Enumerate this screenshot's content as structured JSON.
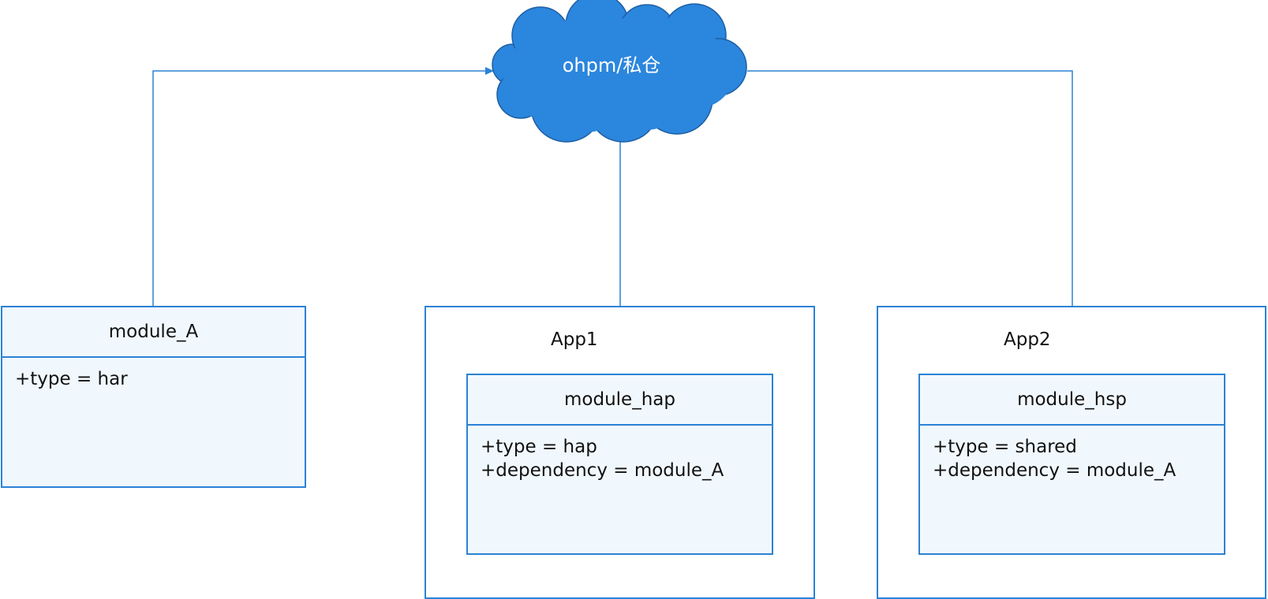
{
  "cloud": {
    "label": "ohpm/私仓"
  },
  "module_a": {
    "title": "module_A",
    "attributes": [
      "+type = har"
    ]
  },
  "app1": {
    "label": "App1",
    "module": {
      "title": "module_hap",
      "attributes": [
        "+type = hap",
        "+dependency = module_A"
      ]
    }
  },
  "app2": {
    "label": "App2",
    "module": {
      "title": "module_hsp",
      "attributes": [
        "+type = shared",
        "+dependency = module_A"
      ]
    }
  },
  "colors": {
    "accent": "#2b82d6",
    "cloud_fill": "#2b86dd",
    "box_fill": "#f1f8fd"
  }
}
